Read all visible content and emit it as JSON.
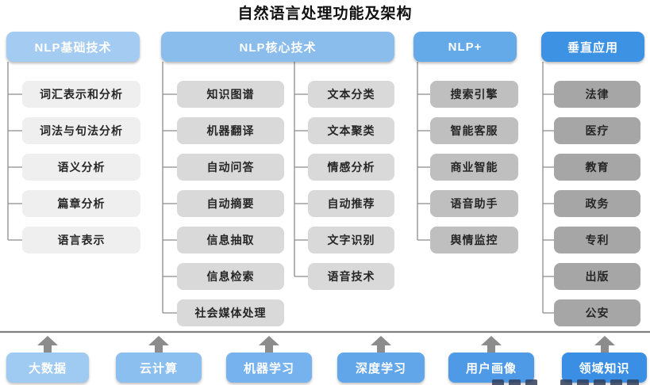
{
  "title": "自然语言处理功能及架构",
  "columns": [
    {
      "header": "NLP基础技术",
      "items": [
        "词汇表示和分析",
        "词法与句法分析",
        "语义分析",
        "篇章分析",
        "语言表示"
      ]
    },
    {
      "header": "NLP核心技术",
      "items_left": [
        "知识图谱",
        "机器翻译",
        "自动问答",
        "自动摘要",
        "信息抽取",
        "信息检索",
        "社会媒体处理"
      ],
      "items_right": [
        "文本分类",
        "文本聚类",
        "情感分析",
        "自动推荐",
        "文字识别",
        "语音技术"
      ]
    },
    {
      "header": "NLP+",
      "items": [
        "搜索引擎",
        "智能客服",
        "商业智能",
        "语音助手",
        "舆情监控"
      ]
    },
    {
      "header": "垂直应用",
      "items": [
        "法律",
        "医疗",
        "教育",
        "政务",
        "专利",
        "出版",
        "公安"
      ]
    }
  ],
  "foundation_items": [
    "大数据",
    "云计算",
    "机器学习",
    "深度学习",
    "用户画像",
    "领域知识"
  ],
  "colors": {
    "header_blues": [
      "#a4cbf1",
      "#8abcec",
      "#64a9e8",
      "#3d92e3"
    ],
    "node_grays": [
      "#efefef",
      "#d9d9d9",
      "#bfbfbf",
      "#a6a6a6"
    ],
    "foundation_blues": [
      "#9fcbf2",
      "#8bbff0",
      "#76b2ed",
      "#62a6ea",
      "#4e9ae7",
      "#3a8ee4"
    ],
    "connector_gray": "#8c8c8c",
    "separator_gray": "#808080",
    "title_color": "#111111"
  }
}
